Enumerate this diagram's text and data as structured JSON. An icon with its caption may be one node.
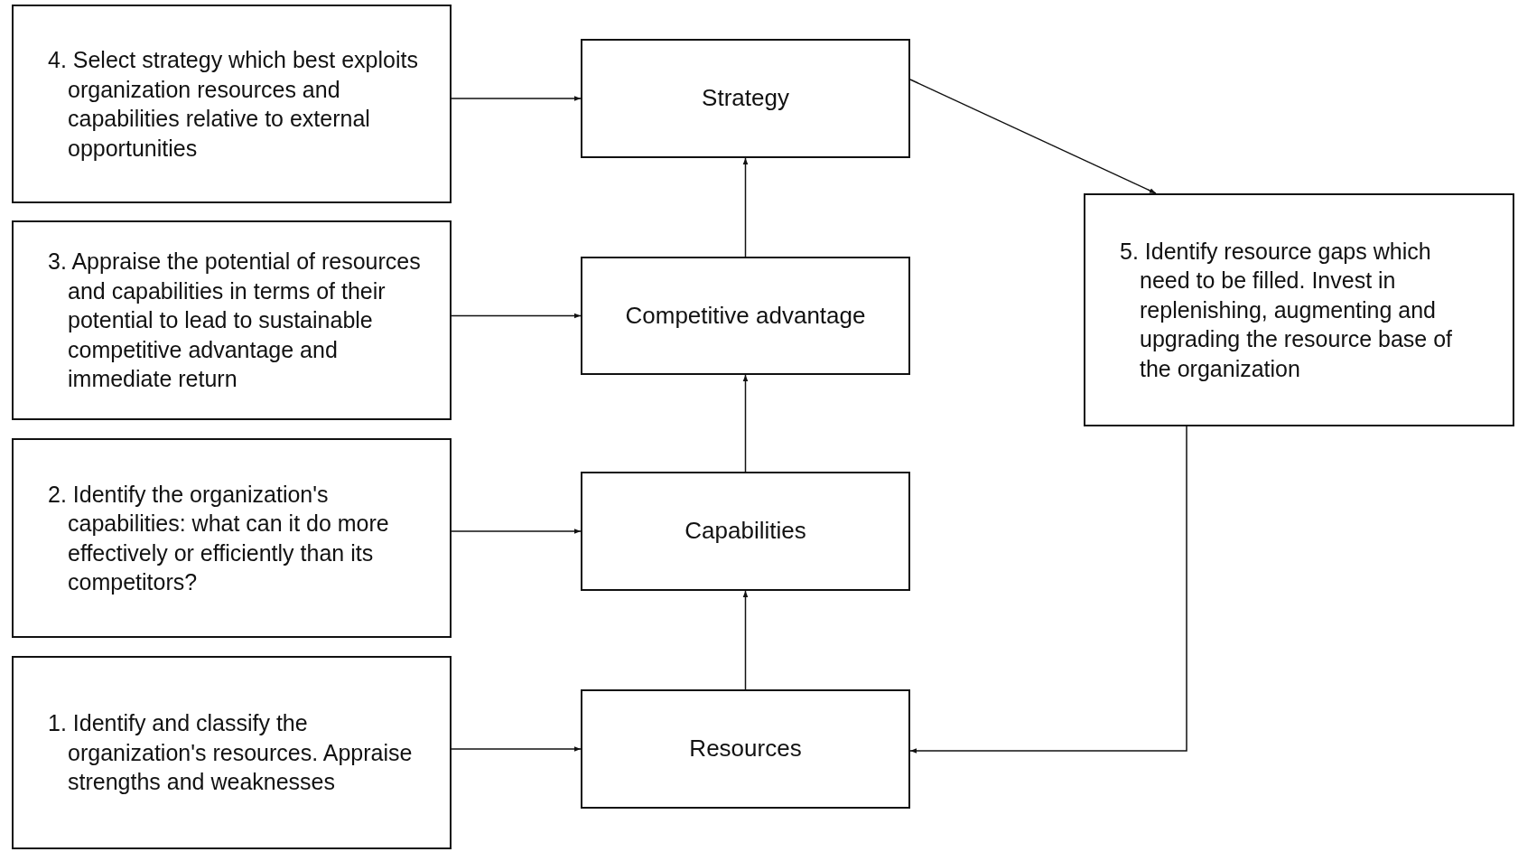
{
  "diagram": {
    "nodes": [
      {
        "text": [
          "4. Select strategy which best exploits organization resources and capabilities relative to external opportunities"
        ]
      },
      {
        "text": [
          "Strategy"
        ]
      },
      {
        "text": [
          "3. Appraise the potential of resources and capabilities in terms of their potential to lead to sustainable competitive advantage and immediate return"
        ]
      },
      {
        "text": [
          "Competitive advantage"
        ]
      },
      {
        "text": [
          "2. Identify the organization's capabilities: what can it do more effectively or efficiently than its competitors?"
        ]
      },
      {
        "text": [
          "Capabilities"
        ]
      },
      {
        "text": [
          "1. Identify and classify the organization's resources. Appraise strengths and weaknesses"
        ]
      },
      {
        "text": [
          "Resources"
        ]
      },
      {
        "text": [
          "5. Identify resource gaps which need to be filled. Invest in replenishing, augmenting and upgrading the resource base of the organization"
        ]
      }
    ],
    "edges": [
      {
        "from": 0,
        "to": 1,
        "arrow": "to"
      },
      {
        "from": 2,
        "to": 3,
        "arrow": "to"
      },
      {
        "from": 4,
        "to": 5,
        "arrow": "to"
      },
      {
        "from": 6,
        "to": 7,
        "arrow": "to"
      },
      {
        "from": 7,
        "to": 5,
        "arrow": "to"
      },
      {
        "from": 5,
        "to": 3,
        "arrow": "to"
      },
      {
        "from": 3,
        "to": 1,
        "arrow": "to"
      },
      {
        "from": 1,
        "to": 8,
        "arrow": "to"
      },
      {
        "from": 8,
        "to": 7,
        "arrow": "to"
      }
    ]
  }
}
